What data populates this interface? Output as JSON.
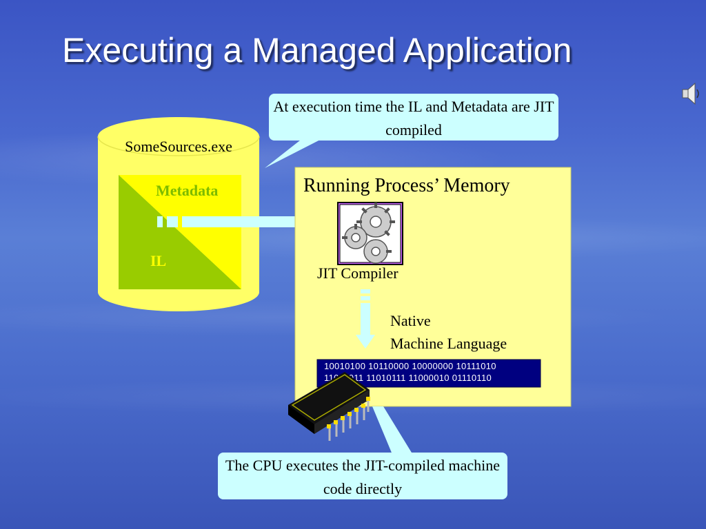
{
  "slide": {
    "title": "Executing a Managed Application"
  },
  "cylinder": {
    "label": "SomeSources.exe",
    "metadata_label": "Metadata",
    "il_label": "IL"
  },
  "memory": {
    "title": "Running Process’ Memory",
    "jit_label": "JIT Compiler",
    "native_line1": "Native",
    "native_line2": "Machine Language",
    "binary_line1": "10010100 10110000 10000000 10111010",
    "binary_line2": "11011011 11010111 11000010 01110110"
  },
  "callouts": {
    "top": "At execution time the IL and Metadata are JIT compiled",
    "bottom": "The CPU executes the JIT-compiled machine code directly"
  },
  "icons": {
    "speaker": "speaker-icon",
    "gears": "gears-icon",
    "cpu": "cpu-chip-icon"
  },
  "colors": {
    "cylinder": "#ffff66",
    "il_green": "#99cc00",
    "metadata_yellow": "#ffff00",
    "memory_box": "#ffff99",
    "binary_box": "#000080",
    "callout": "#ccffff"
  }
}
